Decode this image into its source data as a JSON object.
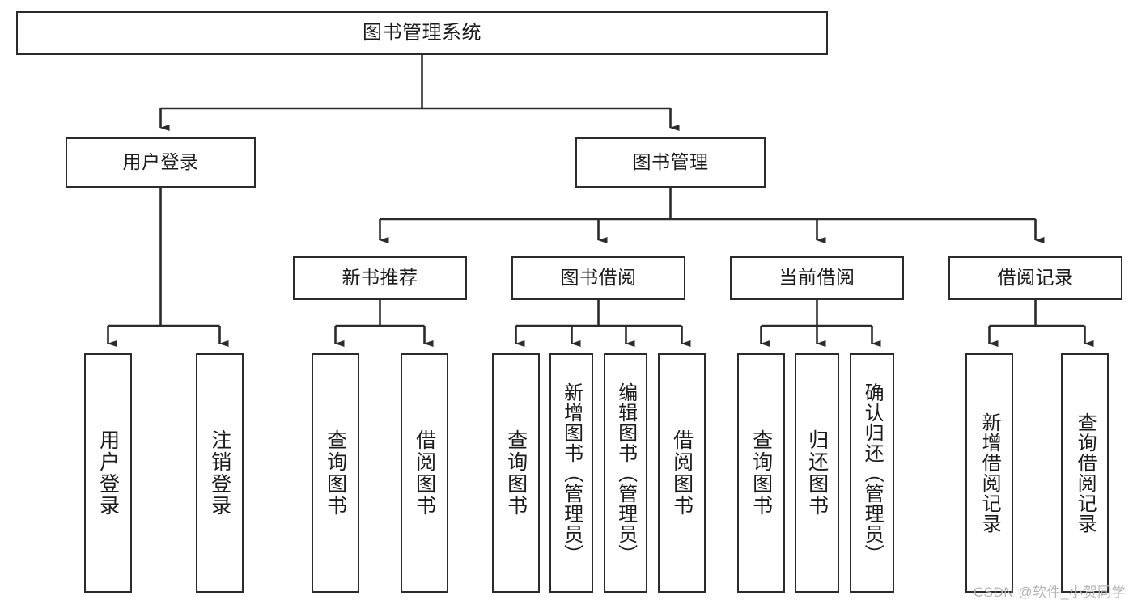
{
  "diagram": {
    "title": "图书管理系统",
    "type": "tree",
    "orientation": "top-down",
    "colors": {
      "box_border": "#2b2b2b",
      "box_fill": "#ffffff",
      "edge": "#2b2b2b",
      "text": "#1b1b1b",
      "watermark": "#b4b4b4",
      "background": "#ffffff"
    },
    "watermark": "CSDN @软件_小贺同学"
  },
  "nodes": {
    "root": {
      "label": "图书管理系统"
    },
    "level2": [
      {
        "id": "user-login",
        "label": "用户登录"
      },
      {
        "id": "book-manage",
        "label": "图书管理"
      }
    ],
    "level3": [
      {
        "id": "new-book-recommend",
        "label": "新书推荐"
      },
      {
        "id": "book-borrow",
        "label": "图书借阅"
      },
      {
        "id": "current-borrow",
        "label": "当前借阅"
      },
      {
        "id": "borrow-record",
        "label": "借阅记录"
      }
    ],
    "leaves": {
      "user_login": [
        {
          "id": "leaf-user-login",
          "label": "用户登录"
        },
        {
          "id": "leaf-logout-login",
          "label": "注销登录"
        }
      ],
      "new_book_recommend": [
        {
          "id": "leaf-query-book-1",
          "label": "查询图书"
        },
        {
          "id": "leaf-borrow-book-1",
          "label": "借阅图书"
        }
      ],
      "book_borrow": [
        {
          "id": "leaf-query-book-2",
          "label": "查询图书"
        },
        {
          "id": "leaf-add-book",
          "label": "新增图书（管理员）"
        },
        {
          "id": "leaf-edit-book",
          "label": "编辑图书（管理员）"
        },
        {
          "id": "leaf-borrow-book-2",
          "label": "借阅图书"
        }
      ],
      "current_borrow": [
        {
          "id": "leaf-query-book-3",
          "label": "查询图书"
        },
        {
          "id": "leaf-return-book",
          "label": "归还图书"
        },
        {
          "id": "leaf-confirm-return",
          "label": "确认归还（管理员）"
        }
      ],
      "borrow_record": [
        {
          "id": "leaf-add-record",
          "label": "新增借阅记录"
        },
        {
          "id": "leaf-query-record",
          "label": "查询借阅记录"
        }
      ]
    }
  }
}
